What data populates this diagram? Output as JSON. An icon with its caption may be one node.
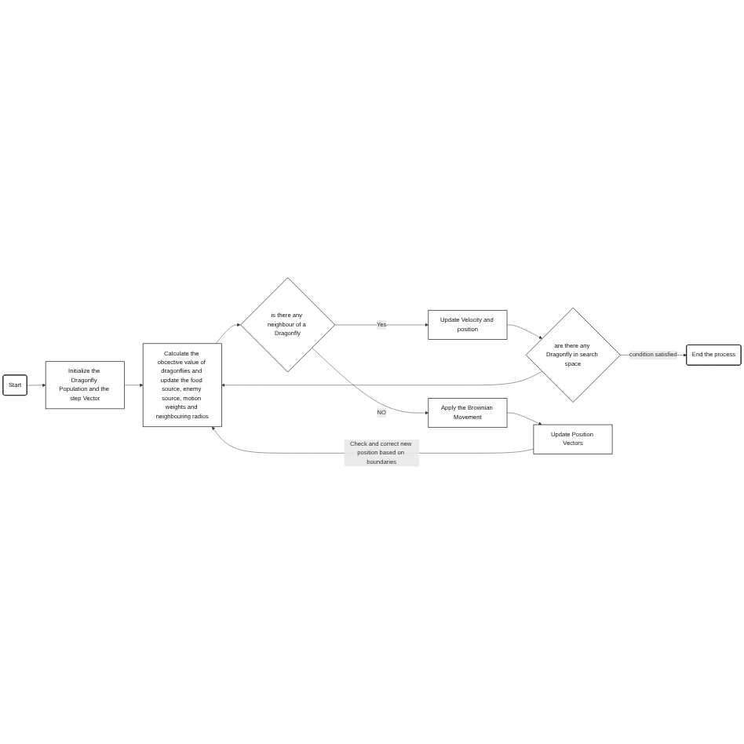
{
  "diagram": {
    "nodes": [
      {
        "text": [
          "Start"
        ]
      },
      {
        "text": [
          "Initialize the Dragonfly Population and the step Vector"
        ]
      },
      {
        "text": [
          "Calculate the obcective value of dragonflies and update the food source, enemy source, motion weights and neighbouring radios"
        ]
      },
      {
        "text": [
          "is there any neighbour of a Dragonfly"
        ]
      },
      {
        "text": [
          "Update Velocity and position"
        ]
      },
      {
        "text": [
          "are there any Dragonfly in search space"
        ]
      },
      {
        "text": [
          "End the process"
        ]
      },
      {
        "text": [
          "Apply the Brownian Movement"
        ]
      },
      {
        "text": [
          "Update Position Vectors"
        ]
      }
    ],
    "edges": [
      {
        "from": 0,
        "to": 1,
        "arrow": "to"
      },
      {
        "from": 1,
        "to": 2,
        "arrow": "to"
      },
      {
        "from": 2,
        "to": 3,
        "arrow": "to"
      },
      {
        "from": 3,
        "to": 4,
        "arrow": "to",
        "label": "Yes"
      },
      {
        "from": 3,
        "to": 7,
        "arrow": "to",
        "label": "NO"
      },
      {
        "from": 4,
        "to": 5,
        "arrow": "to"
      },
      {
        "from": 5,
        "to": 6,
        "arrow": "to",
        "label": "condition satisfied"
      },
      {
        "from": 7,
        "to": 8,
        "arrow": "to"
      },
      {
        "from": 8,
        "to": 2,
        "arrow": "to",
        "label": "Check and correct new position based on boundaries"
      },
      {
        "from": 5,
        "to": 2,
        "arrow": "to"
      }
    ]
  }
}
